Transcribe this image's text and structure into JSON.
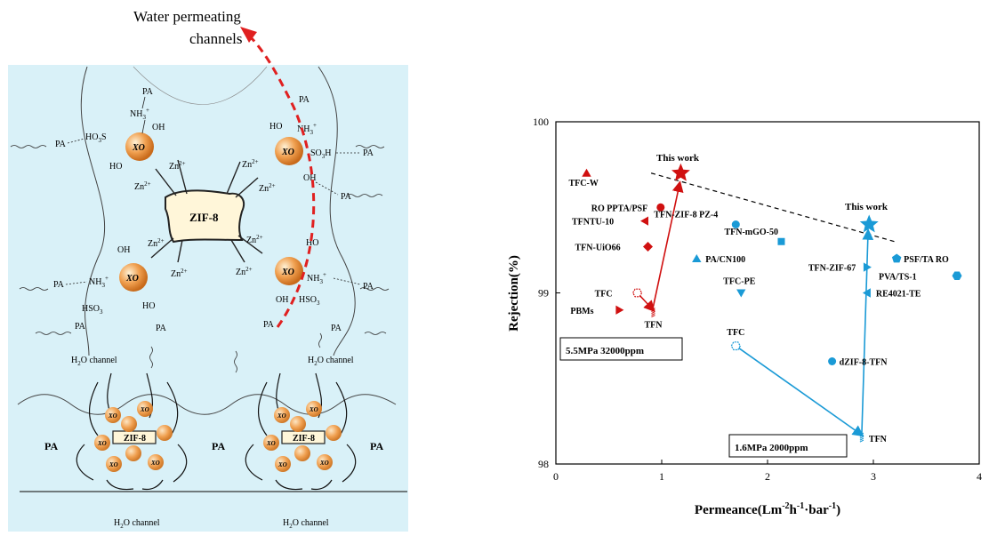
{
  "diagram": {
    "water_channel_label_line1": "Water permeating",
    "water_channel_label_line2": "channels",
    "core_label": "ZIF-8",
    "xo": "XO",
    "pa": "PA",
    "zn": "Zn",
    "zn_charge": "2+",
    "nh3": "NH",
    "so3h": "SO",
    "hso3": "HSO",
    "ho3s": "HO",
    "oh": "OH",
    "ho": "HO",
    "h2o_channel": "H",
    "channel_suffix": "O channel",
    "colors": {
      "panel_bg": "#d9f1f8",
      "sphere": "#f0a050",
      "arrow": "#e02020"
    }
  },
  "chart_data": {
    "type": "scatter",
    "xlabel_main": "Permeance(Lm",
    "ylabel": "Rejection(%)",
    "xlim": [
      0,
      4
    ],
    "ylim": [
      98,
      100
    ],
    "x_ticks": [
      "0",
      "1",
      "2",
      "3",
      "4"
    ],
    "y_ticks": [
      "98",
      "99",
      "100"
    ],
    "annotations": {
      "this_work_red": "This work",
      "this_work_blue": "This work",
      "box_red": "5.5MPa 32000ppm",
      "box_blue": "1.6MPa 2000ppm"
    },
    "points": [
      {
        "label": "TFC-W",
        "x": 0.29,
        "y": 99.7,
        "marker": "triangle-up",
        "color": "#d01010"
      },
      {
        "label": "RO PPTA/PSF",
        "x": 0.99,
        "y": 99.5,
        "marker": "circle",
        "color": "#d01010"
      },
      {
        "label": "TFNTU-10",
        "x": 0.84,
        "y": 99.42,
        "marker": "triangle-left",
        "color": "#d01010"
      },
      {
        "label": "TFN-UiO66",
        "x": 0.87,
        "y": 99.27,
        "marker": "diamond",
        "color": "#d01010"
      },
      {
        "label": "TFC",
        "x": 0.77,
        "y": 99.0,
        "marker": "hexagon-open",
        "color": "#d01010"
      },
      {
        "label": "PBMs",
        "x": 0.6,
        "y": 98.9,
        "marker": "triangle-right",
        "color": "#d01010"
      },
      {
        "label": "TFN",
        "x": 0.92,
        "y": 98.88,
        "marker": "hatch",
        "color": "#d01010"
      },
      {
        "label": "This work",
        "x": 1.18,
        "y": 99.7,
        "marker": "star",
        "color": "#d01010"
      },
      {
        "label": "TFN-ZIF-8 PZ-4",
        "x": 1.7,
        "y": 99.4,
        "marker": "circle",
        "color": "#1a9ad6"
      },
      {
        "label": "TFN-mGO-50",
        "x": 2.13,
        "y": 99.3,
        "marker": "square",
        "color": "#1a9ad6"
      },
      {
        "label": "PA/CN100",
        "x": 1.33,
        "y": 99.2,
        "marker": "triangle-up",
        "color": "#1a9ad6"
      },
      {
        "label": "TFC-PE",
        "x": 1.75,
        "y": 99.0,
        "marker": "triangle-down",
        "color": "#1a9ad6"
      },
      {
        "label": "TFC",
        "x": 1.7,
        "y": 98.69,
        "marker": "hexagon-open",
        "color": "#1a9ad6"
      },
      {
        "label": "TFN-ZIF-67",
        "x": 2.94,
        "y": 99.15,
        "marker": "triangle-right",
        "color": "#1a9ad6"
      },
      {
        "label": "RE4021-TE",
        "x": 2.94,
        "y": 99.0,
        "marker": "triangle-left",
        "color": "#1a9ad6"
      },
      {
        "label": "PSF/TA RO",
        "x": 3.22,
        "y": 99.2,
        "marker": "pentagon",
        "color": "#1a9ad6"
      },
      {
        "label": "PVA/TS-1",
        "x": 3.79,
        "y": 99.1,
        "marker": "hexagon",
        "color": "#1a9ad6"
      },
      {
        "label": "dZIF-8-TFN",
        "x": 2.61,
        "y": 98.6,
        "marker": "circle",
        "color": "#1a9ad6"
      },
      {
        "label": "TFN",
        "x": 2.89,
        "y": 98.15,
        "marker": "hatch",
        "color": "#1a9ad6"
      },
      {
        "label": "This work",
        "x": 2.96,
        "y": 99.4,
        "marker": "star",
        "color": "#1a9ad6"
      }
    ],
    "trend_line": {
      "x": [
        0.9,
        3.2
      ],
      "y": [
        99.7,
        99.3
      ]
    },
    "arrows": [
      {
        "from": [
          0.77,
          99.0
        ],
        "to": [
          0.92,
          98.9
        ],
        "color": "#d01010"
      },
      {
        "from": [
          0.92,
          98.92
        ],
        "to": [
          1.17,
          99.64
        ],
        "color": "#d01010"
      },
      {
        "from": [
          1.7,
          98.69
        ],
        "to": [
          2.89,
          98.17
        ],
        "color": "#1a9ad6"
      },
      {
        "from": [
          2.89,
          98.17
        ],
        "to": [
          2.95,
          99.36
        ],
        "color": "#1a9ad6"
      }
    ],
    "colors": {
      "red": "#d01010",
      "blue": "#1a9ad6"
    }
  }
}
